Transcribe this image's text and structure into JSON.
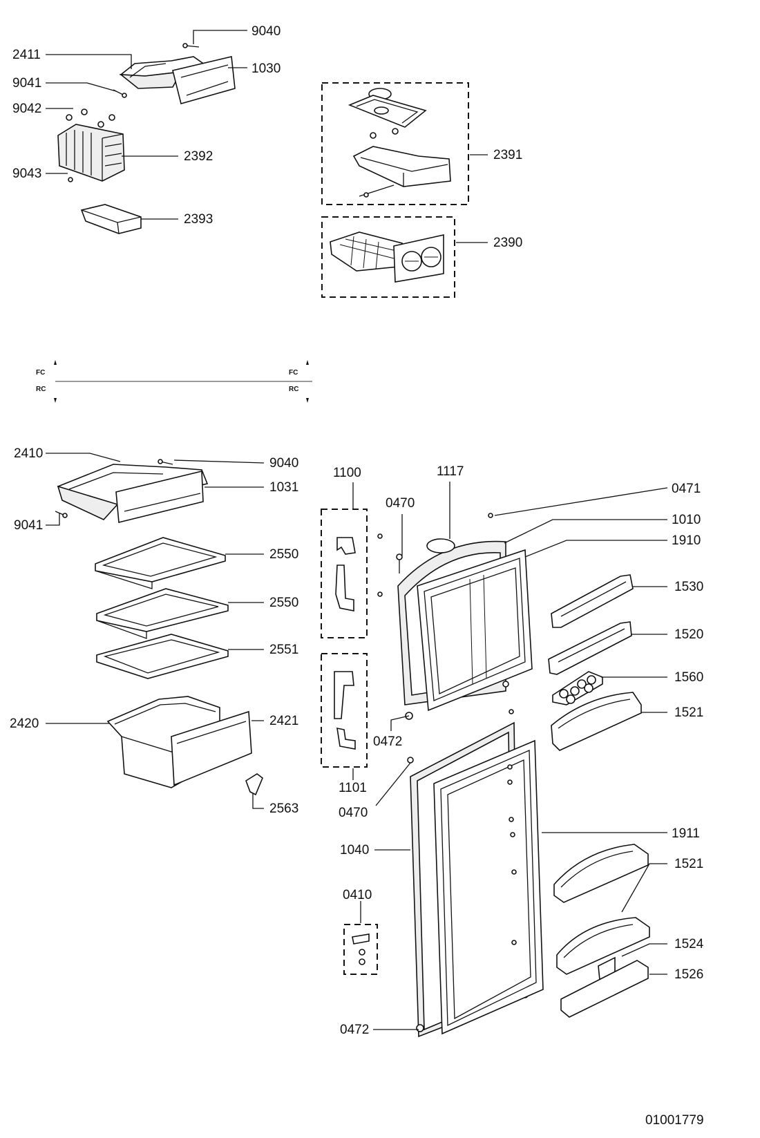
{
  "drawing_number": "01001779",
  "direction_markers": {
    "front": "FC",
    "rear": "RC"
  },
  "callouts": {
    "c9040a": "9040",
    "c2411": "2411",
    "c1030": "1030",
    "c9041a": "9041",
    "c9042": "9042",
    "c2392": "2392",
    "c9043": "9043",
    "c2393": "2393",
    "c2391": "2391",
    "c2390": "2390",
    "c2410": "2410",
    "c9040b": "9040",
    "c1031": "1031",
    "c9041b": "9041",
    "c2550a": "2550",
    "c2550b": "2550",
    "c2551": "2551",
    "c2420": "2420",
    "c2421": "2421",
    "c2563": "2563",
    "c1100": "1100",
    "c1117": "1117",
    "c0470a": "0470",
    "c0471": "0471",
    "c1010": "1010",
    "c1910": "1910",
    "c1530": "1530",
    "c1520": "1520",
    "c1560": "1560",
    "c1521a": "1521",
    "c0472a": "0472",
    "c1101": "1101",
    "c0470b": "0470",
    "c1040": "1040",
    "c1911": "1911",
    "c1521b": "1521",
    "c0410": "0410",
    "c1524": "1524",
    "c1526": "1526",
    "c0472b": "0472"
  }
}
